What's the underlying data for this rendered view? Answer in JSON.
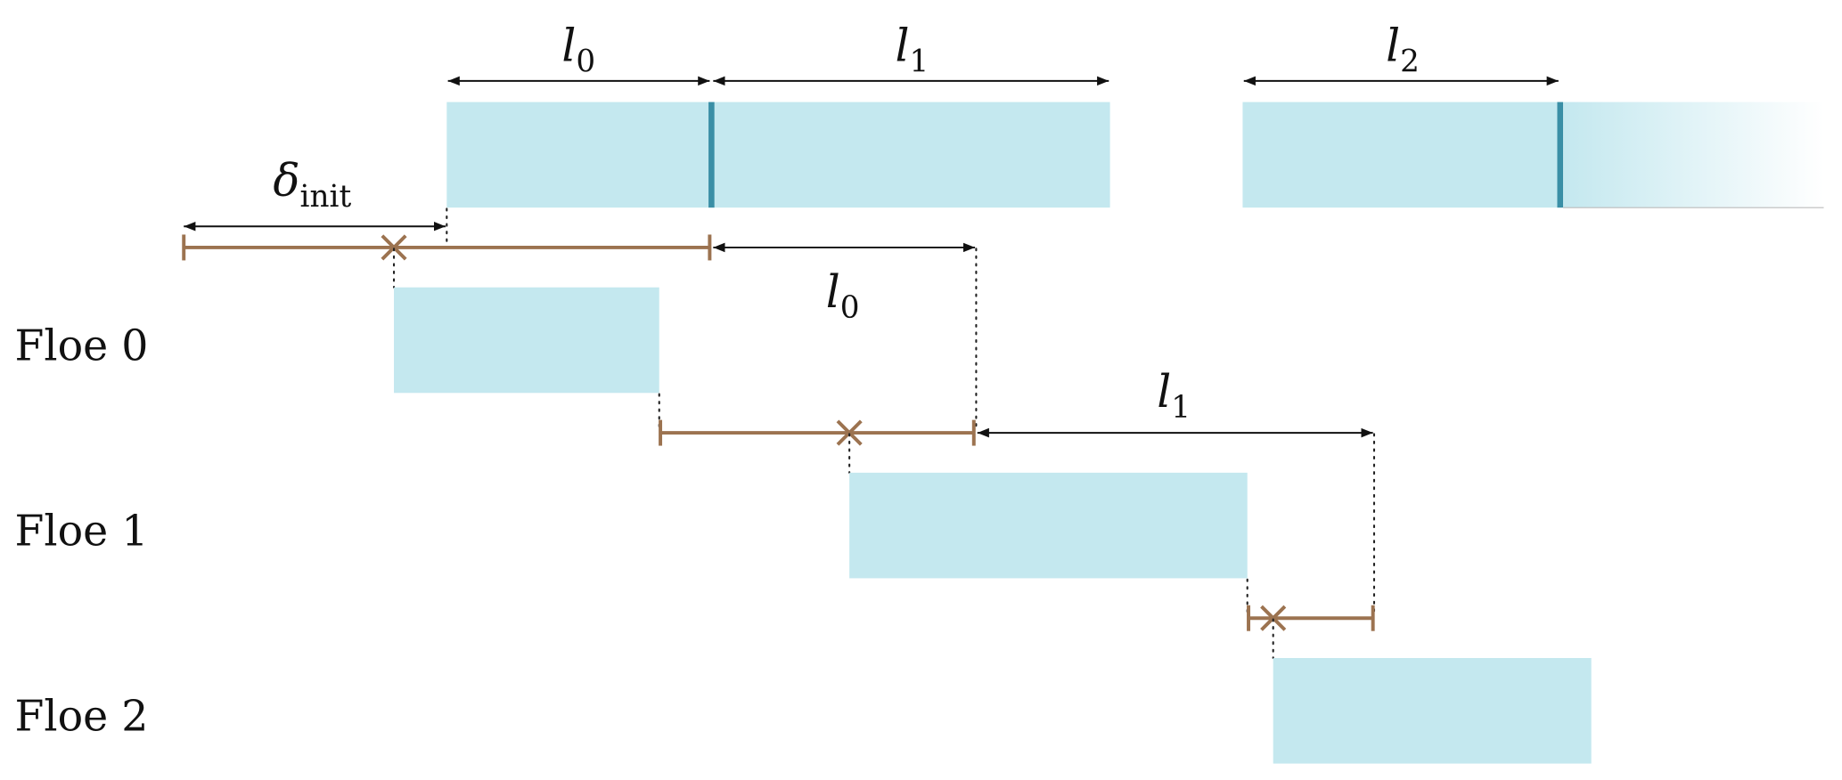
{
  "colors": {
    "ice": "#c4e8ef",
    "boundary": "#3a8fa6",
    "segment": "#9c7350",
    "arrow": "#111111"
  },
  "top_labels": {
    "l0": {
      "base": "l",
      "sub": "0"
    },
    "l1": {
      "base": "l",
      "sub": "1"
    },
    "l2": {
      "base": "l",
      "sub": "2"
    },
    "delta": {
      "base": "δ",
      "sub": "init"
    }
  },
  "mid_labels": {
    "l0": {
      "base": "l",
      "sub": "0"
    },
    "l1": {
      "base": "l",
      "sub": "1"
    }
  },
  "floes": [
    {
      "label": "Floe 0"
    },
    {
      "label": "Floe 1"
    },
    {
      "label": "Floe 2"
    }
  ]
}
